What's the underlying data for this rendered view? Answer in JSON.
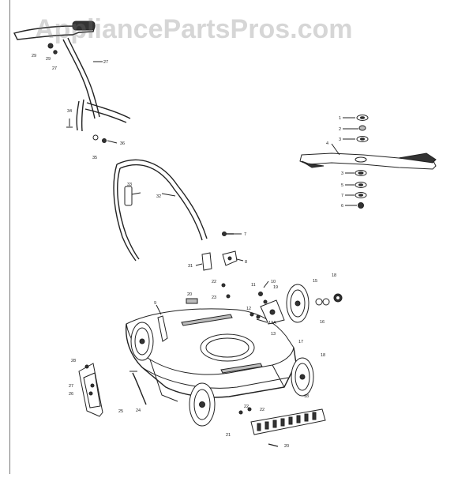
{
  "watermark": "AppliancePartsPros.com",
  "callouts": {
    "handle_grip": "29",
    "handle_knob": "29",
    "handle_bolt": "27",
    "upper_handle": "27",
    "handle_pin": "34",
    "handle_washer": "35",
    "handle_clip": "36",
    "lower_handle": "32",
    "cable_clip": "33",
    "bolt_7": "7",
    "bracket_8": "8",
    "bracket_31": "31",
    "blade": "4",
    "blade_washer_1": "1",
    "blade_washer_2": "2",
    "blade_washer_3": "3",
    "blade_washer_3b": "3",
    "blade_washer_5": "5",
    "blade_washer_7": "7",
    "blade_nut_6": "6",
    "screw_22": "22",
    "screw_23": "23",
    "axle_20": "20",
    "cord_19": "19",
    "switch_11": "11",
    "spring_10": "10",
    "bolt_12": "12",
    "wheel_adjuster_12a": "12A",
    "bracket_13": "13",
    "wheel_cap_15": "15",
    "wheel_hub_16": "16",
    "wheel_18": "18",
    "deck_17": "17",
    "motor_cover_9": "9",
    "chute_guard_28": "28",
    "guard_bolt_27": "27",
    "guard_bolt_26": "26",
    "guard_25": "25",
    "rod_24": "24",
    "skirt_21": "21",
    "skirt_screw_22": "22",
    "screw_20": "20"
  }
}
